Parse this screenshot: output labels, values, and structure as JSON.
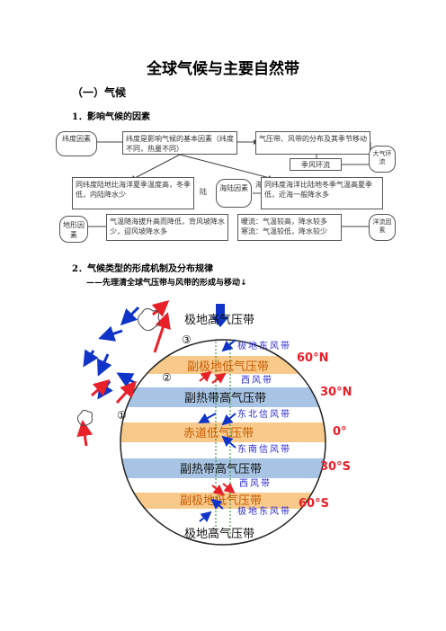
{
  "doc": {
    "title": "全球气候与主要自然带",
    "section1": "（一）气候",
    "sub1": "1．影响气候的因素",
    "sub2": "2．气候类型的形成机制及分布规律",
    "note": "——先理清全球气压带与风带的形成与移动↓"
  },
  "diagram1": {
    "latitude": "纬度因素",
    "latitude_desc": "纬度是影响气候的基本因素（纬度不同，热量不同）",
    "pressure": "气压带、风带的分布及其季节移动",
    "monsoon": "季风环流",
    "atmo": "大气环流",
    "land_left": "同纬度陆地比海洋夏季温度高，冬季低，内陆降水少",
    "land_label": "陆",
    "sea_land": "海陆因素",
    "sea_label": "海",
    "sea_right": "同纬度海洋比陆地冬季气温高夏季低，近海一般降水多",
    "terrain": "地形因素",
    "terrain_desc": "气温随海拔升高而降低，背风坡降水少，迎风坡降水多",
    "current_desc1": "暖流：气温较高，降水较多",
    "current_desc2": "寒流：气温较低，降水较少",
    "current": "洋流因素"
  },
  "globe": {
    "bands": [
      "极地高气压带",
      "极地东风带",
      "副极地低气压带",
      "西风带",
      "副热带高气压带",
      "东北信风带",
      "赤道低气压带",
      "东南信风带",
      "副热带高气压带",
      "西风带",
      "副极地低气压带",
      "极地东风带",
      "极地高气压带"
    ],
    "lat_labels": [
      "60°N",
      "30°N",
      "0°",
      "30°S",
      "60°S"
    ],
    "cells": [
      "③",
      "②",
      "①"
    ],
    "colors": {
      "high": "#a8c4e4",
      "low": "#f7c98a",
      "lat": "#e8202a",
      "wind": "#1034c8",
      "blue_text": "#2a2ad0"
    }
  }
}
